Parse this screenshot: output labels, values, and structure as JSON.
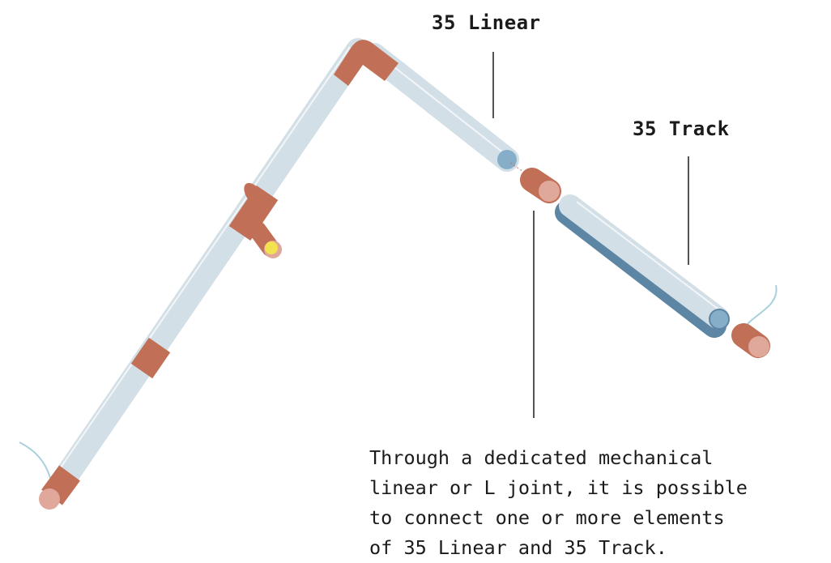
{
  "labels": {
    "linear": "35 Linear",
    "track": "35 Track"
  },
  "caption": {
    "lines": [
      "Through a dedicated mechanical",
      "linear or L joint, it is possible",
      "to connect one or more elements",
      "of 35 Linear and 35 Track."
    ]
  },
  "colors": {
    "tube": "#d3dfe6",
    "tube_highlight": "#f2f6f8",
    "joint": "#c17057",
    "joint_cap": "#e0a79b",
    "track_rail": "#5d86a4",
    "end_cap_blue": "#86aec9",
    "lens_yellow": "#f2e34e",
    "cable": "#a9d0dc",
    "leader_line": "#1b1b1b"
  }
}
